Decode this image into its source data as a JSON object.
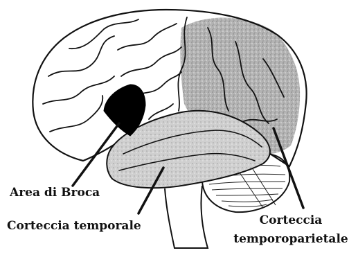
{
  "diagram": {
    "labels": {
      "broca": "Area di Broca",
      "temporal": "Corteccia temporale",
      "temporoparietal_line1": "Corteccia",
      "temporoparietal_line2": "temporoparietale"
    },
    "colors": {
      "outline": "#111111",
      "broca_fill": "#000000",
      "temporal_fill": "#c9c9c9",
      "temporoparietal_fill": "#a9a9a9",
      "background": "#ffffff"
    }
  }
}
